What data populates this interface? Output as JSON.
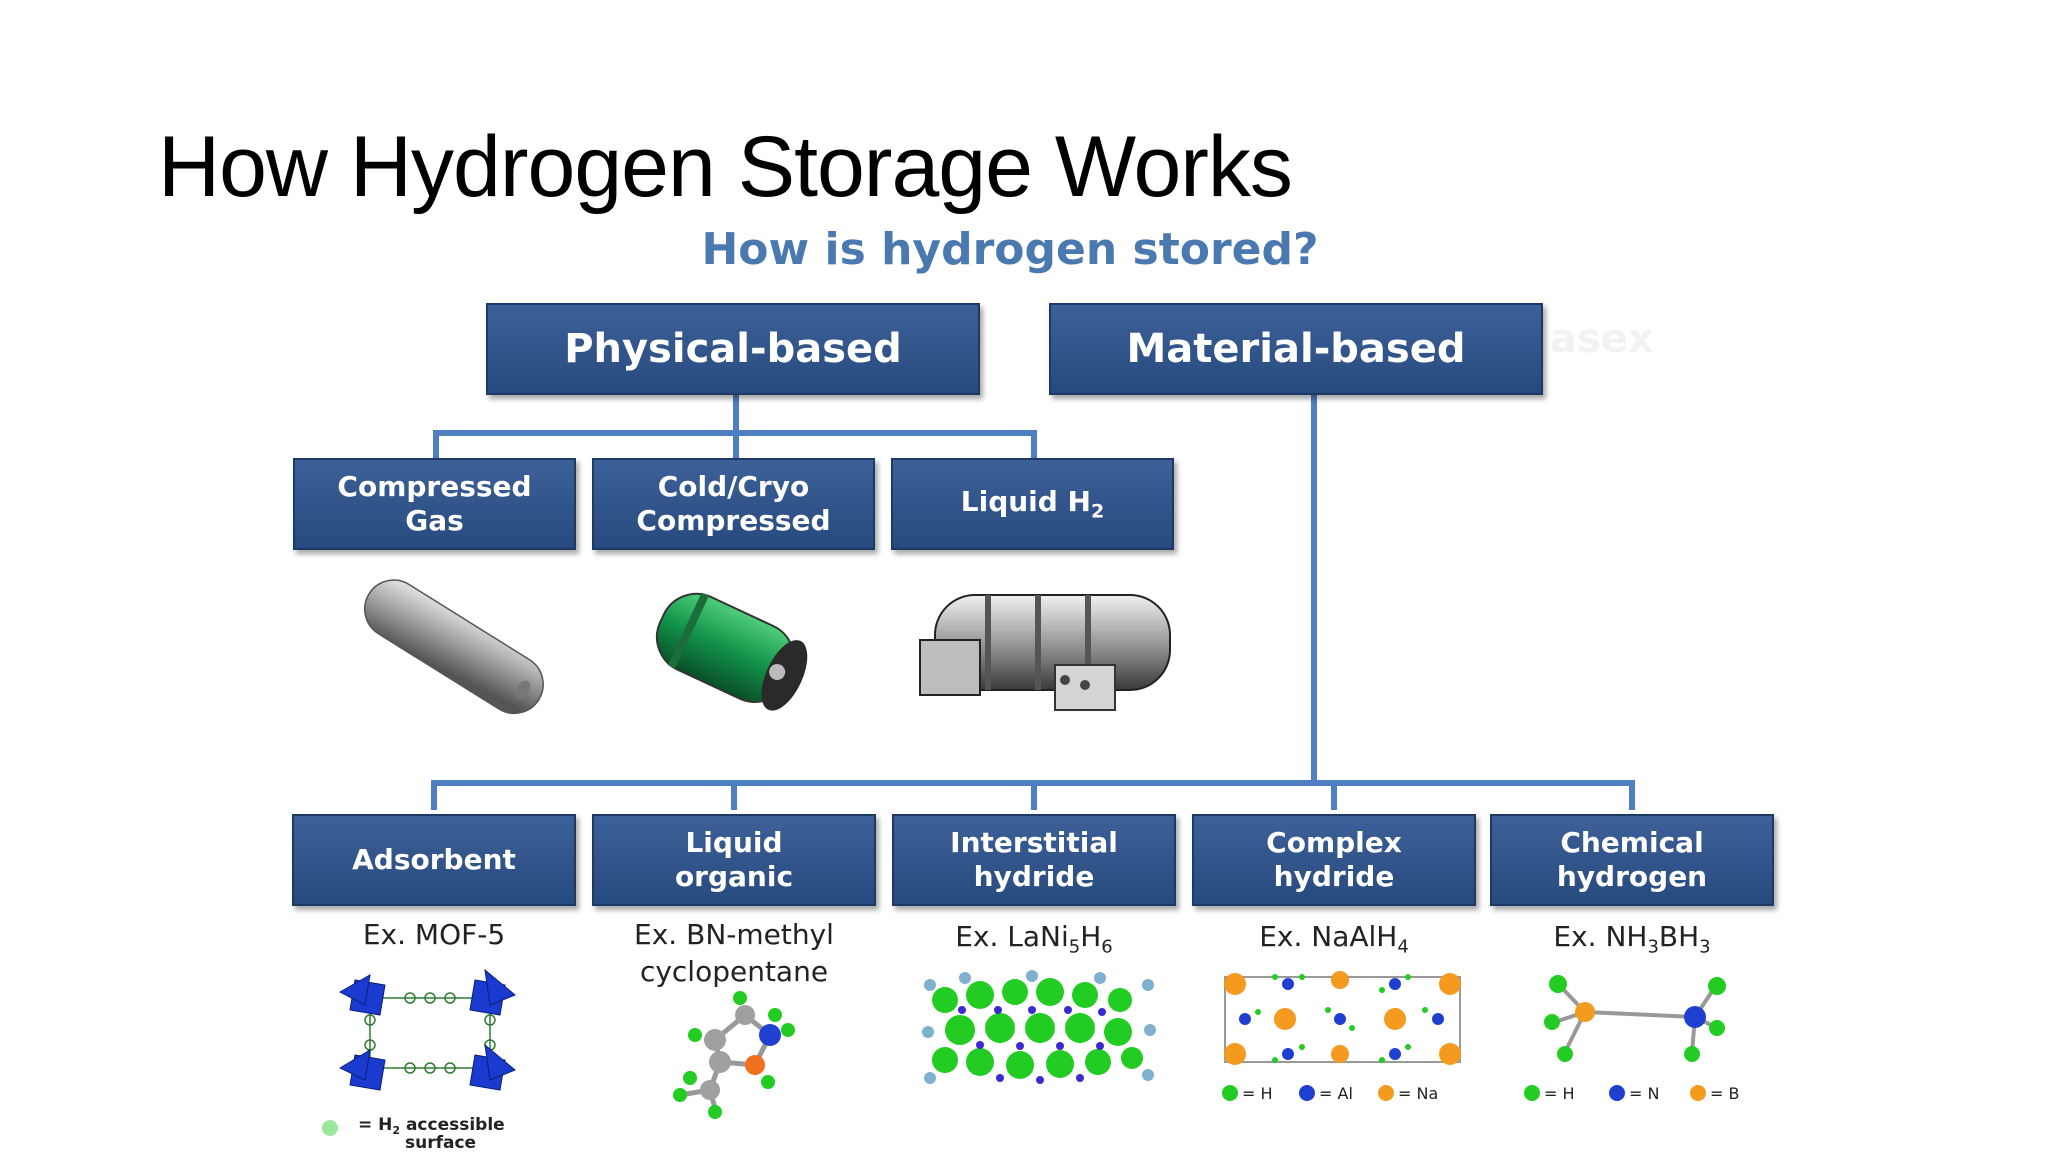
{
  "slide": {
    "title": "How Hydrogen Storage Works"
  },
  "diagram": {
    "title": "How is hydrogen stored?",
    "faded_text": "asex",
    "categories": {
      "physical": "Physical-based",
      "material": "Material-based"
    },
    "physical_methods": [
      {
        "label": "Compressed\nGas",
        "image": "compressed-gas-tank-icon"
      },
      {
        "label": "Cold/Cryo\nCompressed",
        "image": "cryo-tank-icon"
      },
      {
        "label": "Liquid H",
        "label_sub": "2",
        "image": "liquid-h2-tank-icon"
      }
    ],
    "material_methods": [
      {
        "label": "Adsorbent",
        "example": "Ex. MOF-5"
      },
      {
        "label": "Liquid\norganic",
        "example_line1": "Ex. BN-methyl",
        "example_line2": "cyclopentane"
      },
      {
        "label": "Interstitial\nhydride",
        "example_parts": [
          "Ex. LaNi",
          "5",
          "H",
          "6"
        ]
      },
      {
        "label": "Complex\nhydride",
        "example_parts": [
          "Ex. NaAlH",
          "4"
        ]
      },
      {
        "label": "Chemical\nhydrogen",
        "example_parts": [
          "Ex. NH",
          "3",
          "BH",
          "3"
        ]
      }
    ],
    "legends": {
      "mof": {
        "symbol": "= H",
        "sub": "2",
        "rest": " accessible",
        "line2": "surface"
      },
      "complex": [
        "= H",
        "= Al",
        "= Na"
      ],
      "chemical": [
        "= H",
        "= N",
        "= B"
      ]
    },
    "colors": {
      "box": "#2e5288",
      "connector": "#4f7fc0",
      "title": "#4a79b0",
      "hydrogen": "#22cc22",
      "aluminum_nitrogen": "#1f3fd0",
      "sodium_boron": "#f39a1f"
    }
  }
}
